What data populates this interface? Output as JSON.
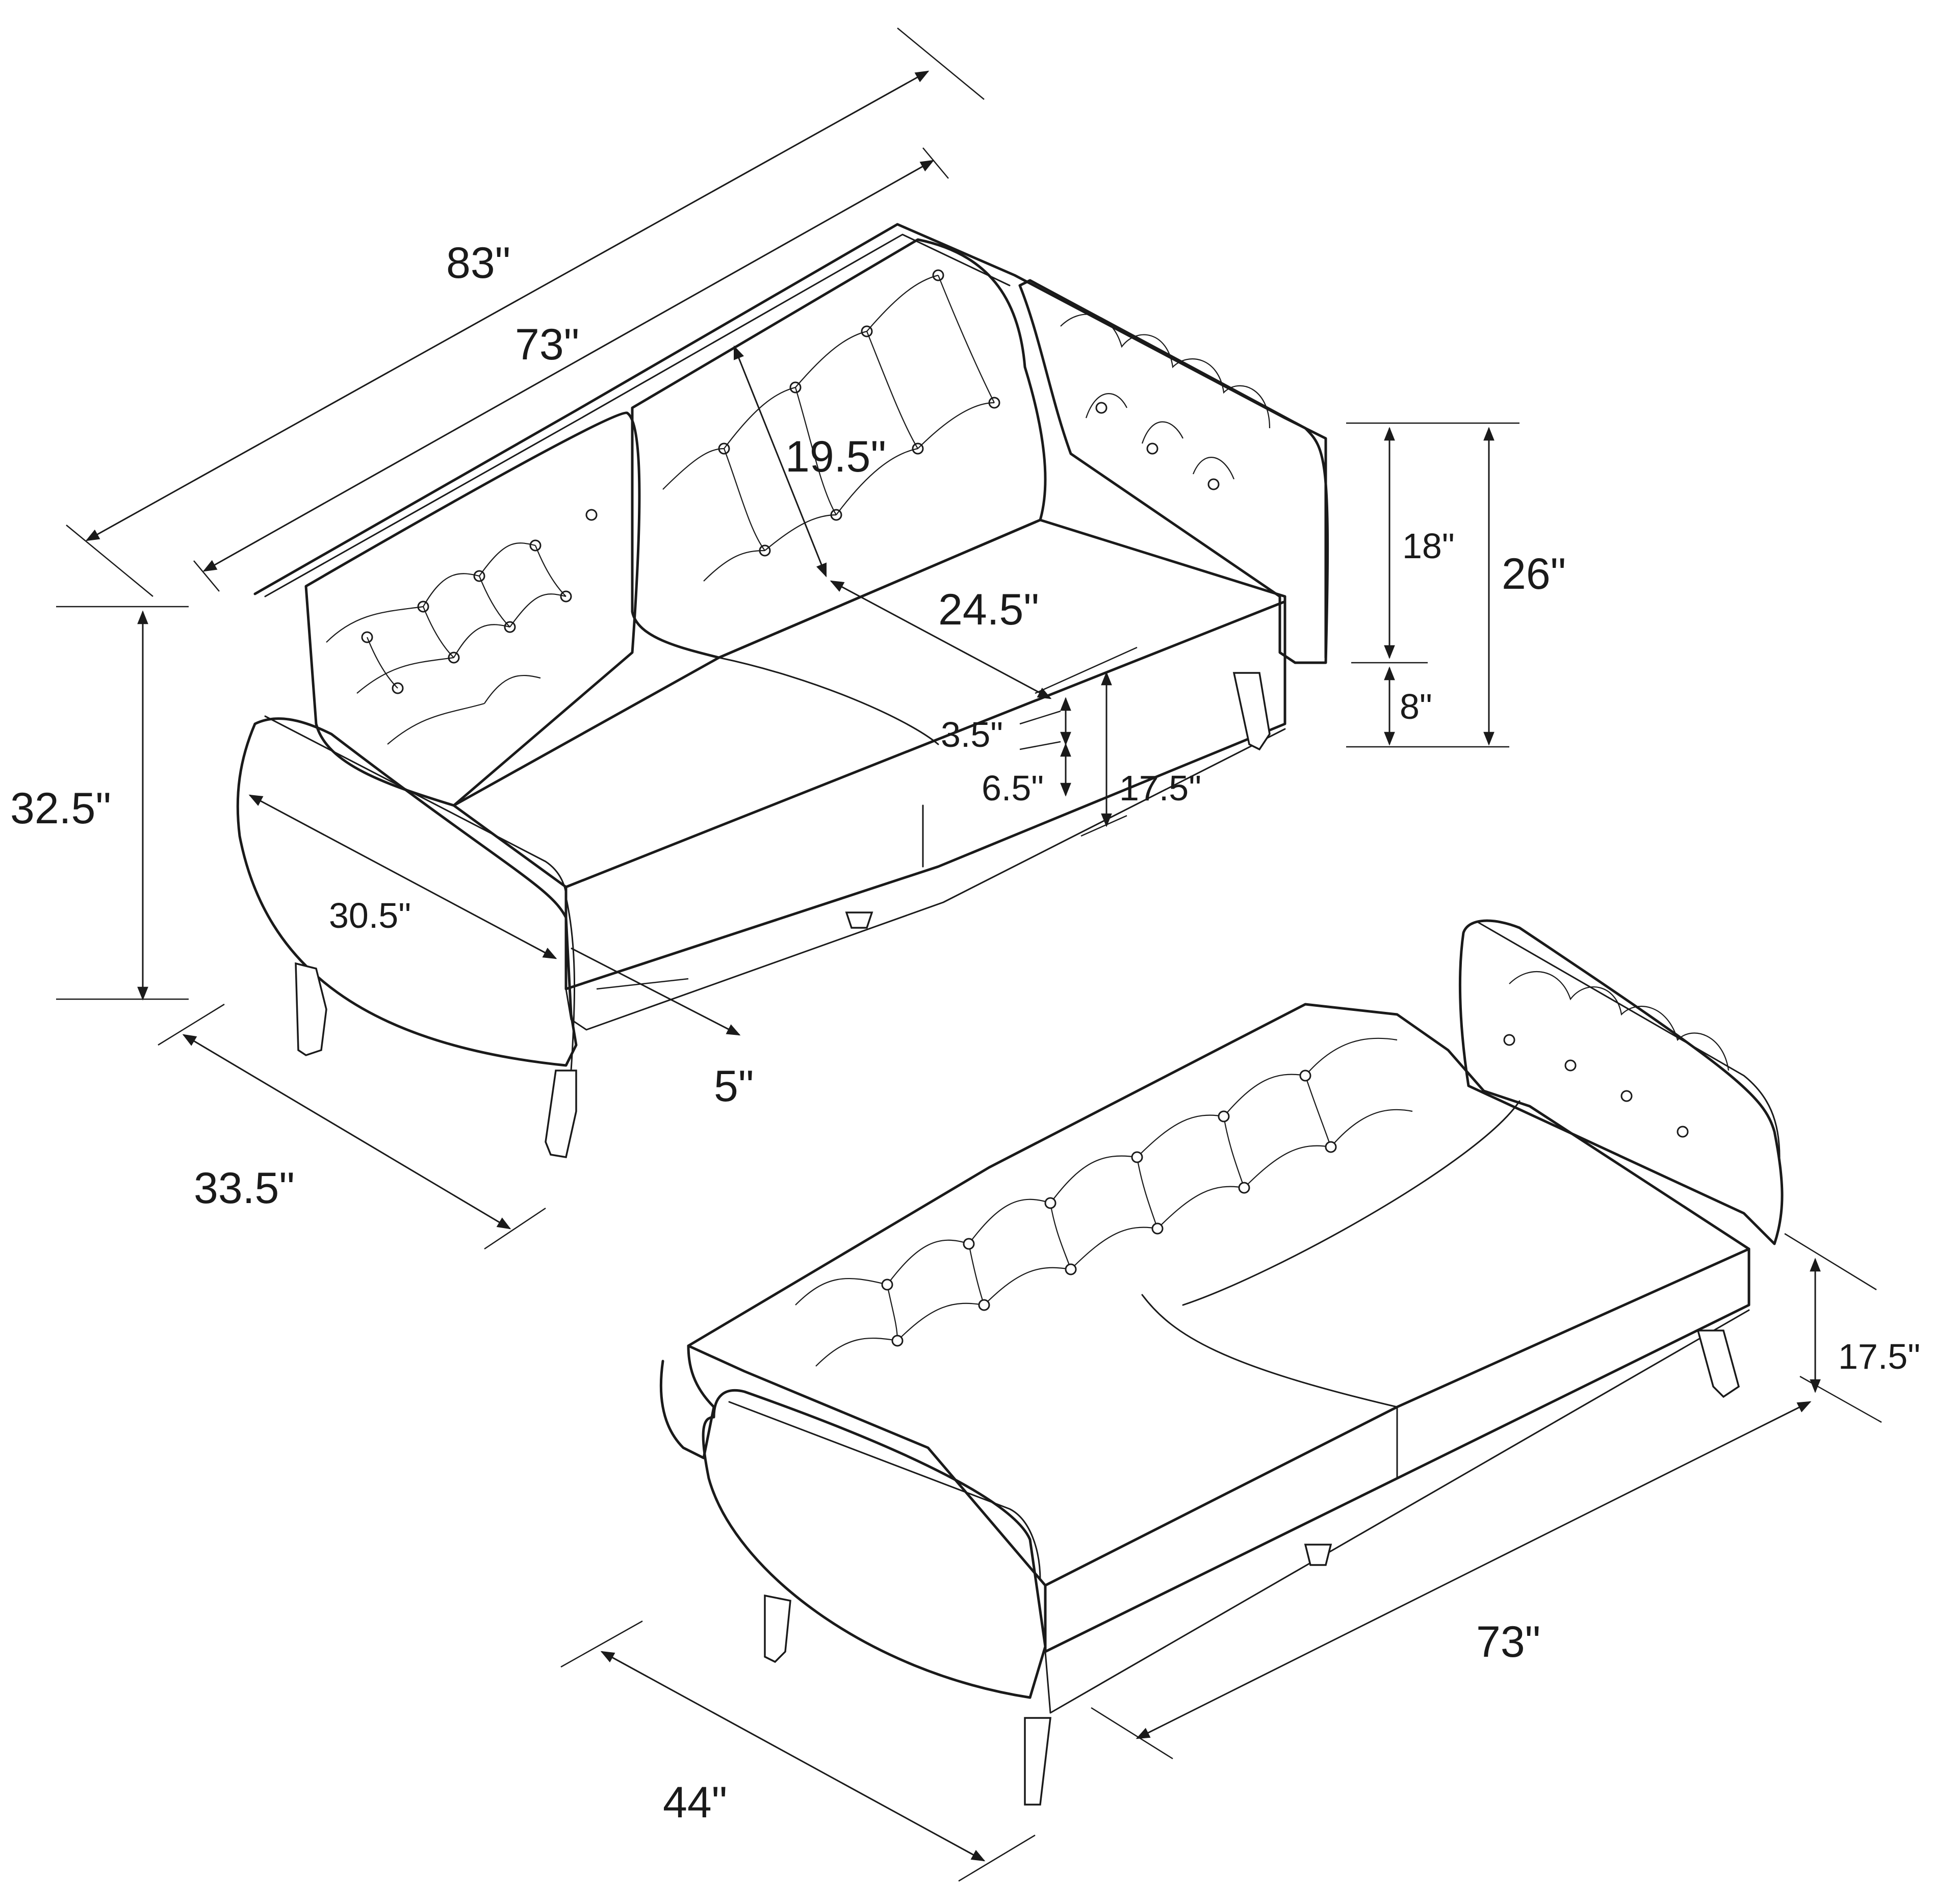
{
  "figure": {
    "upright_sofa": {
      "dimensions": {
        "overall_length": "83\"",
        "seat_length": "73\"",
        "back_height": "19.5\"",
        "seat_depth": "24.5\"",
        "seat_cushion_thickness": "3.5\"",
        "seat_base_height": "6.5\"",
        "seat_height": "17.5\"",
        "overall_height": "32.5\"",
        "arm_depth": "30.5\"",
        "clearance": "5\"",
        "overall_depth": "33.5\""
      }
    },
    "arm_height": {
      "dimensions": {
        "arm_upper": "18\"",
        "arm_lower": "8\"",
        "arm_total": "26\""
      }
    },
    "bed_mode": {
      "dimensions": {
        "bed_height": "17.5\"",
        "bed_length": "73\"",
        "bed_width": "44\""
      }
    }
  }
}
